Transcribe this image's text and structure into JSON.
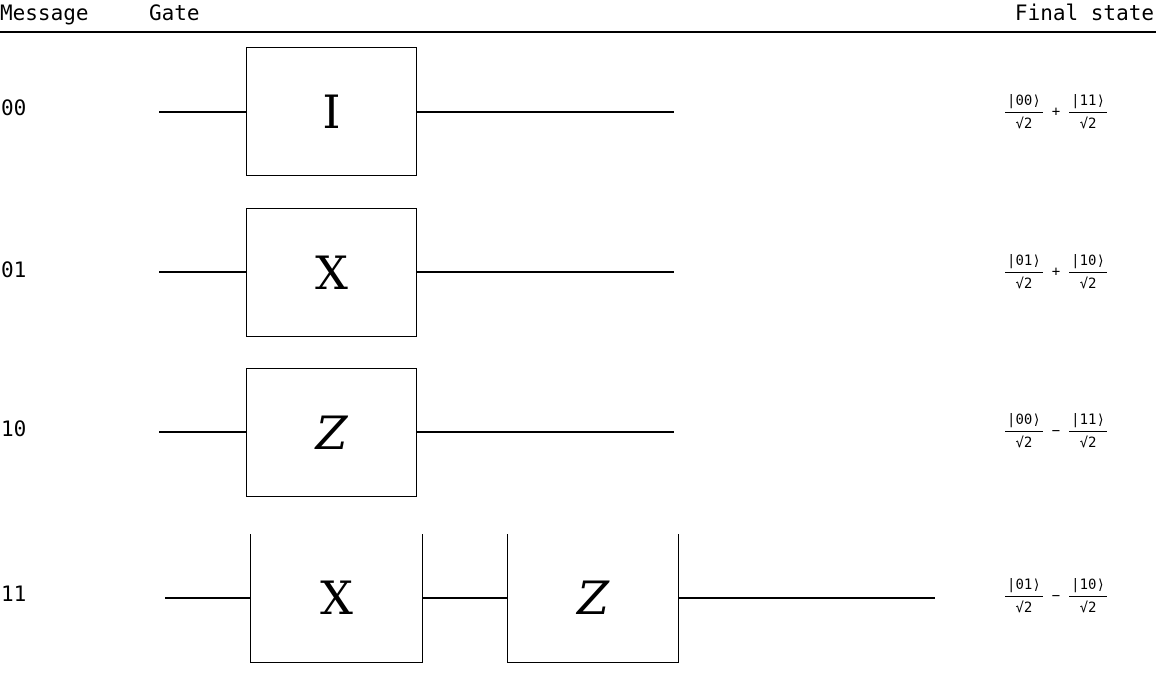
{
  "header": {
    "message_label": "Message",
    "gate_label": "Gate",
    "final_state_label": "Final state"
  },
  "rows": [
    {
      "message": "00",
      "gates": [
        "I"
      ],
      "final_state": {
        "term1": "00",
        "operator": "+",
        "term2": "11",
        "denominator": "√2"
      }
    },
    {
      "message": "01",
      "gates": [
        "X"
      ],
      "final_state": {
        "term1": "01",
        "operator": "+",
        "term2": "10",
        "denominator": "√2"
      }
    },
    {
      "message": "10",
      "gates": [
        "Z"
      ],
      "final_state": {
        "term1": "00",
        "operator": "−",
        "term2": "11",
        "denominator": "√2"
      }
    },
    {
      "message": "11",
      "gates": [
        "X",
        "Z"
      ],
      "final_state": {
        "term1": "01",
        "operator": "−",
        "term2": "10",
        "denominator": "√2"
      }
    }
  ]
}
